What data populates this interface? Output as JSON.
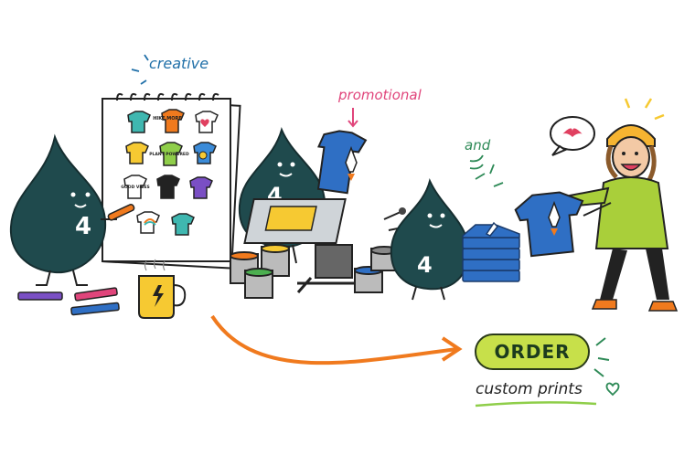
{
  "labels": {
    "creative": "creative",
    "promotional": "promotional",
    "and": "and",
    "order_button": "ORDER",
    "tagline": "custom prints",
    "mascot_number": "4"
  },
  "shirt_texts": {
    "hike": "HIKE MORE",
    "plant": "PLANT POWERED",
    "good": "GOOD VIBES"
  },
  "colors": {
    "mascot": "#1f4a4d",
    "accent_orange": "#f07a1e",
    "order_green": "#c7e04a",
    "shirt_blue": "#2f6fc4",
    "hoodie_green": "#a9cf3a"
  }
}
